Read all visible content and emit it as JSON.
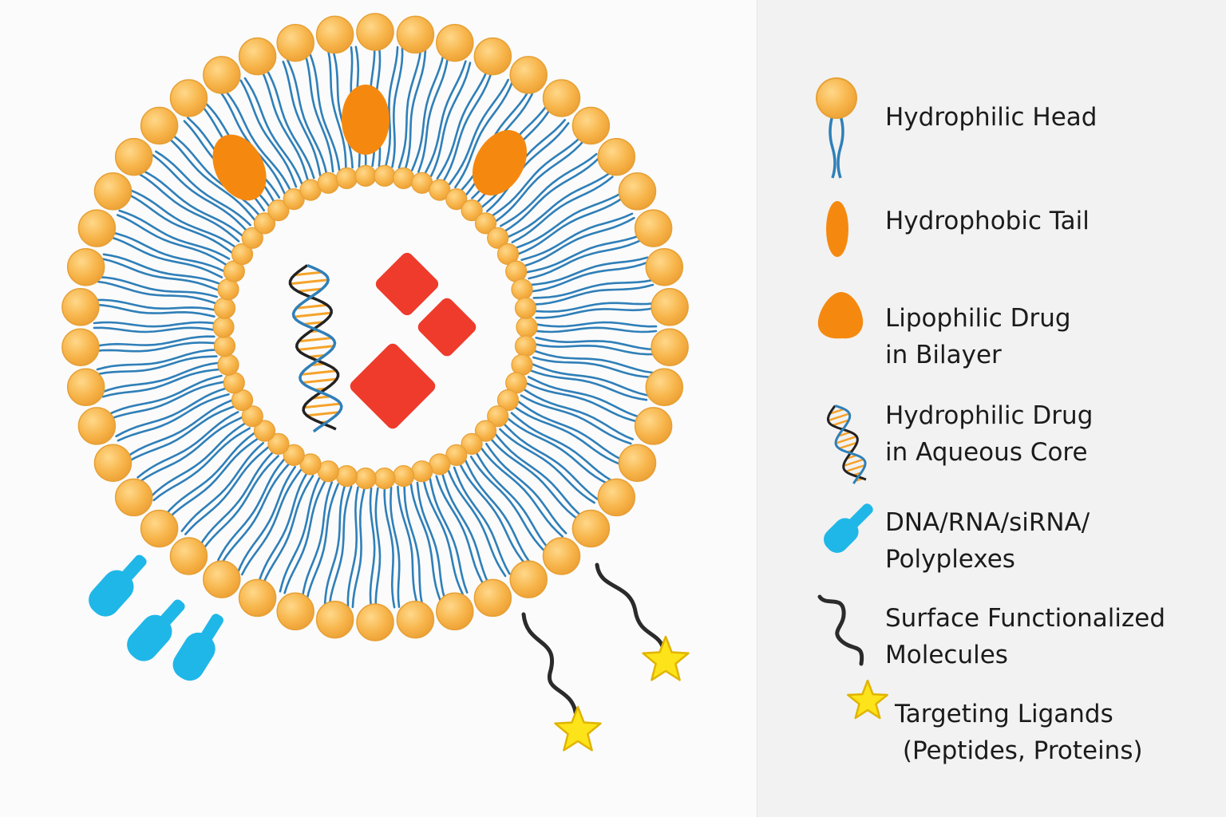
{
  "colors": {
    "head": "#f7b54b",
    "head_stroke": "#e6a035",
    "tail": "#2f7fb8",
    "lipophilic_drug": "#f5890f",
    "hydrophilic_drug_red": "#ef3b2c",
    "nucleic": "#1fb7e8",
    "linker": "#2b2b2b",
    "ligand": "#fde319",
    "dna_rung": "#f5a32a"
  },
  "legend": [
    {
      "icon": "hydrophilic-head-icon",
      "lines": [
        "Hydrophilic Head"
      ]
    },
    {
      "icon": "hydrophobic-tail-icon",
      "lines": [
        "Hydrophobic Tail"
      ]
    },
    {
      "icon": "lipophilic-drug-icon",
      "lines": [
        "Lipophilic Drug",
        "in Bilayer"
      ]
    },
    {
      "icon": "dna-helix-icon",
      "lines": [
        "Hydrophilic Drug",
        "in Aqueous Core"
      ]
    },
    {
      "icon": "nucleic-acid-icon",
      "lines": [
        "DNA/RNA/siRNA/",
        "Polyplexes"
      ]
    },
    {
      "icon": "linker-icon",
      "lines": [
        "Surface Functionalized",
        "Molecules"
      ]
    },
    {
      "icon": "star-icon",
      "lines": [
        "Targeting Ligands",
        " (Peptides, Proteins)"
      ]
    }
  ]
}
